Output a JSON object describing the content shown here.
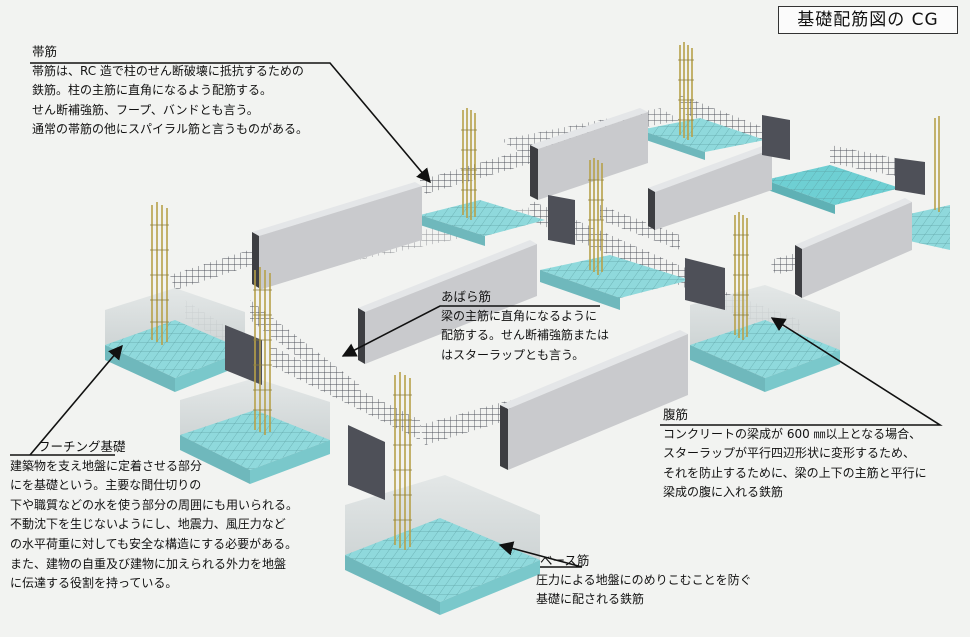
{
  "title": "基礎配筋図の CG",
  "annotations": {
    "obi": {
      "heading": "帯筋",
      "lines": [
        "帯筋は、RC 造で柱のせん断破壊に抵抗するための",
        "鉄筋。柱の主筋に直角になるよう配筋する。",
        "せん断補強筋、フープ、バンドとも言う。",
        "通常の帯筋の他にスパイラル筋と言うものがある。"
      ]
    },
    "abara": {
      "heading": "あばら筋",
      "lines": [
        "梁の主筋に直角になるように",
        "配筋する。せん断補強筋または",
        "はスターラップとも言う。"
      ]
    },
    "hara": {
      "heading": "腹筋",
      "lines": [
        "コンクリートの梁成が 600 ㎜以上となる場合、",
        "スターラップが平行四辺形状に変形するため、",
        "それを防止するために、梁の上下の主筋と平行に",
        "梁成の腹に入れる鉄筋"
      ]
    },
    "footing": {
      "heading": "フーチング基礎",
      "lines": [
        "建築物を支え地盤に定着させる部分",
        "にを基礎という。主要な間仕切りの",
        "下や職質などの水を使う部分の周囲にも用いられる。",
        "不動沈下を生じないようにし、地震力、風圧力など",
        "の水平荷重に対しても安全な構造にする必要がある。",
        "また、建物の自重及び建物に加えられる外力を地盤",
        "に伝達する役割を持っている。"
      ]
    },
    "base": {
      "heading": "ベース筋",
      "lines": [
        "圧力による地盤にのめりこむことを防ぐ",
        "基礎に配される鉄筋"
      ]
    }
  },
  "colors": {
    "concrete_top": "#e4e6e8",
    "concrete_front": "#c9cacd",
    "concrete_side": "#3d3e42",
    "footing_slab": "#8fd9dc",
    "footing_glass": "#cfd5d6",
    "rebar_column": "#b7a14a",
    "rebar_cage": "#4b4e58"
  }
}
